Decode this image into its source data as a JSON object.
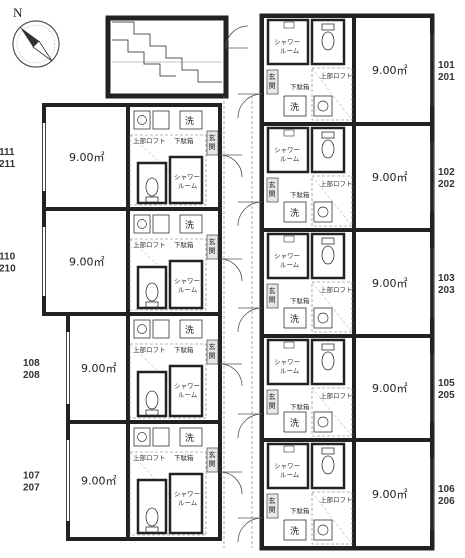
{
  "compass": {
    "north": "N"
  },
  "labels": {
    "area": "9.00㎡",
    "shower": "シャワー",
    "room": "ルーム",
    "loft": "上部ロフト",
    "shoebox": "下駄箱",
    "wash": "洗",
    "genkan": "玄関"
  },
  "left_units": [
    {
      "top": "111",
      "bottom": "211"
    },
    {
      "top": "110",
      "bottom": "210"
    },
    {
      "top": "108",
      "bottom": "208"
    },
    {
      "top": "107",
      "bottom": "207"
    }
  ],
  "right_units": [
    {
      "top": "101",
      "bottom": "201"
    },
    {
      "top": "102",
      "bottom": "202"
    },
    {
      "top": "103",
      "bottom": "203"
    },
    {
      "top": "105",
      "bottom": "205"
    },
    {
      "top": "106",
      "bottom": "206"
    }
  ]
}
